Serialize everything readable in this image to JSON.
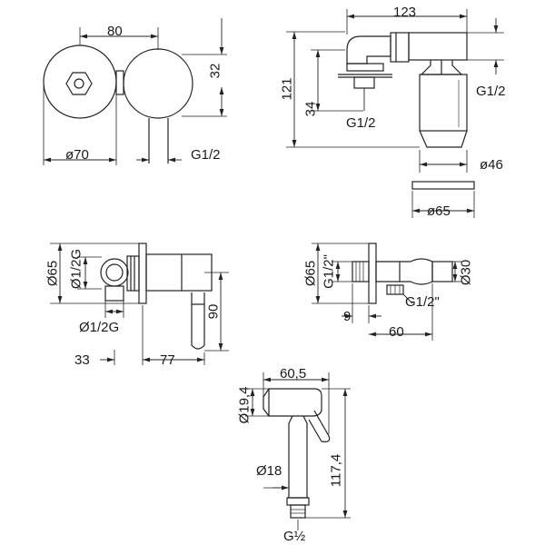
{
  "views": {
    "front": {
      "width_label": "80",
      "height_label": "32",
      "diameter_label": "ø70",
      "thread_label": "G1/2"
    },
    "side": {
      "width_label": "123",
      "total_height_label": "121",
      "inner_height_label": "34",
      "thread_bottom_label": "G1/2",
      "thread_right_label": "G1/2",
      "diameter_label": "ø46",
      "plate_diameter_label": "ø65"
    },
    "valve": {
      "diameter_label": "Ø65",
      "thread_vertical_label": "Ø1/2G",
      "thread_horizontal_label": "Ø1/2G",
      "height_label": "90",
      "left_label": "33",
      "right_label": "77"
    },
    "outlet": {
      "diameter_label": "Ø65",
      "thread_left_label": "G1/2\"",
      "tube_label": "Ø30",
      "thread_bottom_label": "G1/2\"",
      "left_label": "9",
      "length_label": "60"
    },
    "sprayer": {
      "width_label": "60,5",
      "head_label": "Ø19,4",
      "tube_label": "Ø18",
      "height_label": "117,4",
      "thread_label": "G½"
    }
  }
}
